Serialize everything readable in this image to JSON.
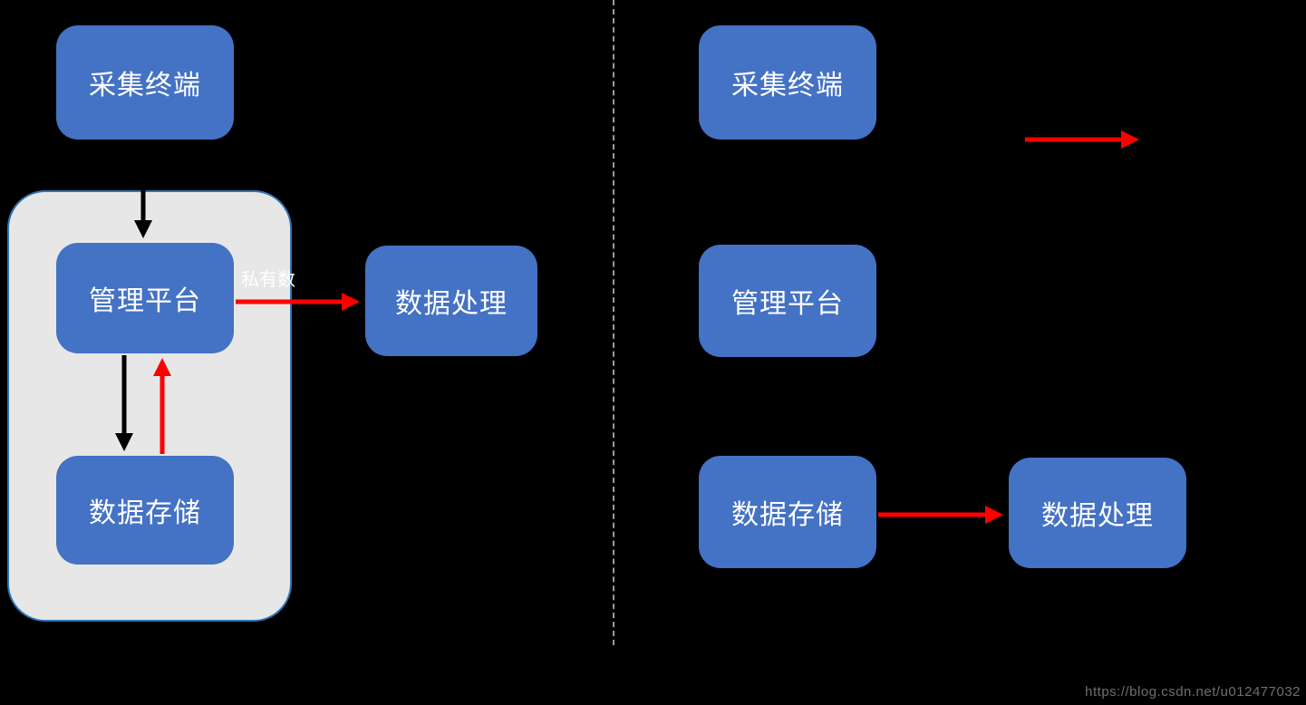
{
  "left": {
    "nodes": {
      "collect": "采集终端",
      "manage": "管理平台",
      "store": "数据存储",
      "process": "数据处理"
    },
    "edge_label": "私有数"
  },
  "right": {
    "nodes": {
      "collect": "采集终端",
      "manage": "管理平台",
      "store": "数据存储",
      "process": "数据处理"
    }
  },
  "watermark": "https://blog.csdn.net/u012477032",
  "colors": {
    "node_fill": "#4472C4",
    "node_text": "#FFFFFF",
    "container_fill": "#E7E7E7",
    "container_border": "#2E75B6",
    "red_arrow": "#FF0000",
    "black_arrow": "#000000",
    "divider": "#9A9A9A",
    "background": "#000000"
  }
}
